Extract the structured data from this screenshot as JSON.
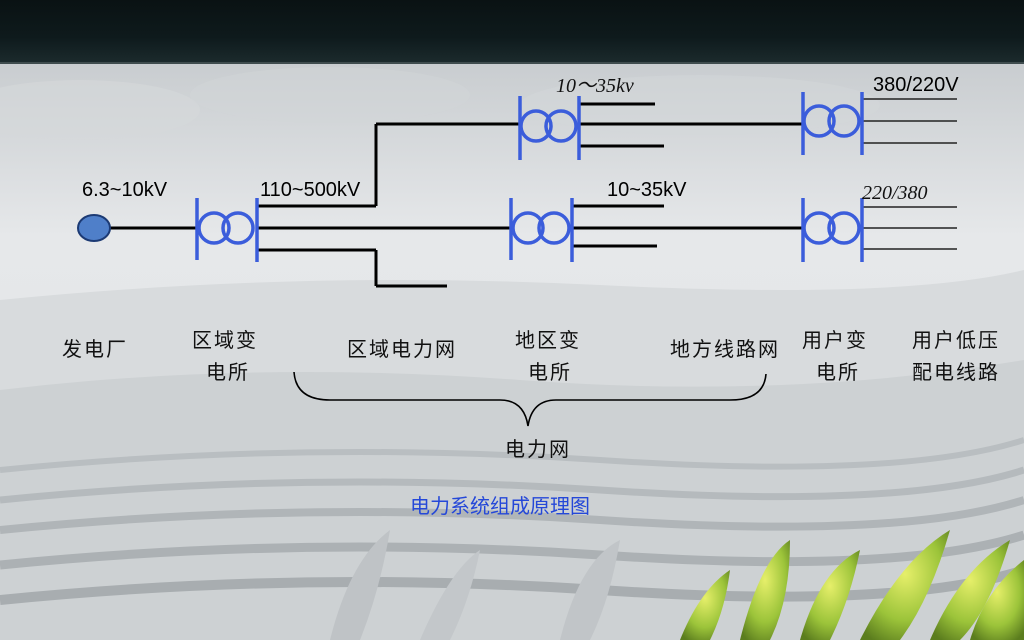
{
  "diagram": {
    "caption": "电力系统组成原理图",
    "voltage_labels": {
      "plant": "6.3~10kV",
      "transmission": "110~500kV",
      "regional_top": "10～35kv",
      "regional_mid": "10~35kV",
      "user_top": "380/220V",
      "user_mid": "220/380"
    },
    "stages": {
      "power_plant": "发电厂",
      "regional_substation_line1": "区域变",
      "regional_substation_line2": "电所",
      "regional_grid": "区域电力网",
      "district_substation_line1": "地区变",
      "district_substation_line2": "电所",
      "local_lines": "地方线路网",
      "user_substation_line1": "用户变",
      "user_substation_line2": "电所",
      "user_lv_line1": "用户低压",
      "user_lv_line2": "配电线路"
    },
    "grid_label": "电力网",
    "colors": {
      "transformer": "#3b5ddb",
      "plant_node": "#4f7fc9",
      "line": "#000000",
      "caption": "#2548d8"
    }
  }
}
